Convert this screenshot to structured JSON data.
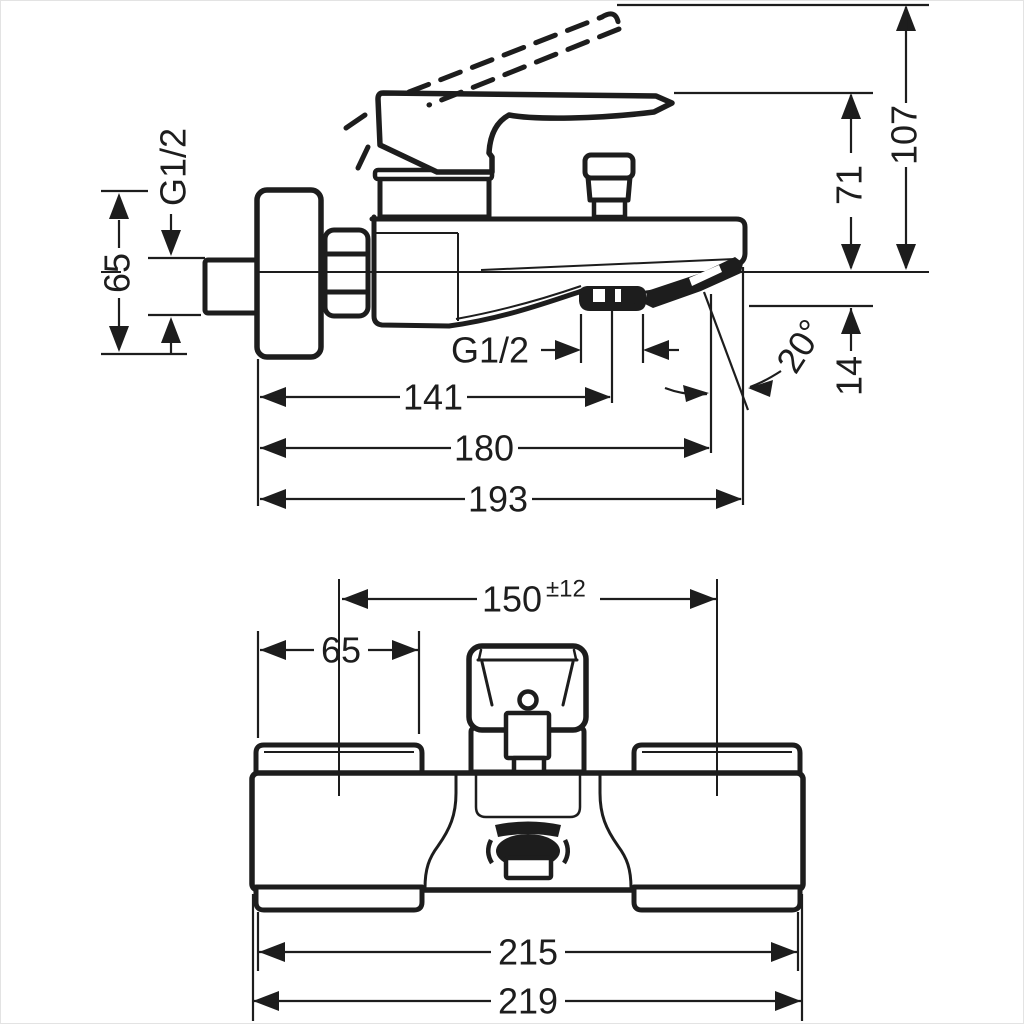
{
  "figure": {
    "type": "technical dimension drawing",
    "subject": "wall-mounted single-lever bath mixer, side view and front view",
    "background_color": "#ffffff",
    "line_color": "#1d1d1d"
  },
  "side_view": {
    "labels": {
      "inlet_thread": "G1/2",
      "flange_diameter": "65",
      "handle_height": "71",
      "total_height": "107",
      "spout_drop": "14",
      "spout_angle": "20°",
      "outlet_thread": "G1/2",
      "reach_outlet": "141",
      "reach_tip_inner": "180",
      "total_reach": "193"
    }
  },
  "front_view": {
    "labels": {
      "center_distance": "150",
      "center_tolerance": "±12",
      "flange_width": "65",
      "body_width_inner": "215",
      "body_width_outer": "219"
    }
  }
}
